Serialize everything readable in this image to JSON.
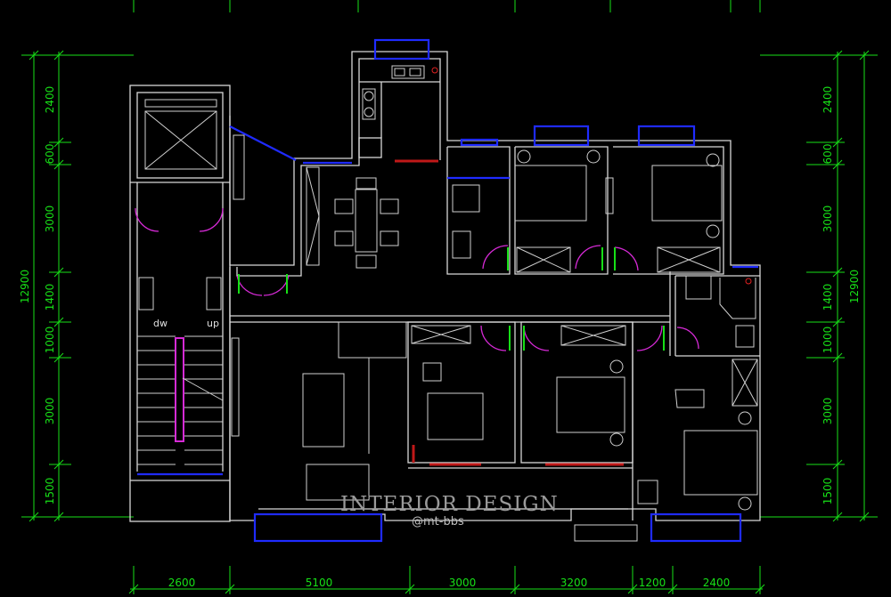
{
  "dimensions": {
    "left": [
      "2400",
      "600",
      "3000",
      "1400",
      "1000",
      "3000",
      "1500"
    ],
    "left_total": "12900",
    "right": [
      "2400",
      "600",
      "3000",
      "1400",
      "1000",
      "3000",
      "1500"
    ],
    "right_total": "12900",
    "bottom": [
      "2600",
      "5100",
      "3000",
      "3200",
      "1200",
      "2400"
    ]
  },
  "stairs": {
    "down": "dw",
    "up": "up"
  },
  "watermark": {
    "title": "INTERIOR DESIGN",
    "handle": "@mt-bbs"
  },
  "colors": {
    "dimension": "#17e017",
    "window": "#1f2bff",
    "door_swing": "#d62ad6",
    "wall": "#d8d8d8",
    "accent": "#c01818"
  }
}
